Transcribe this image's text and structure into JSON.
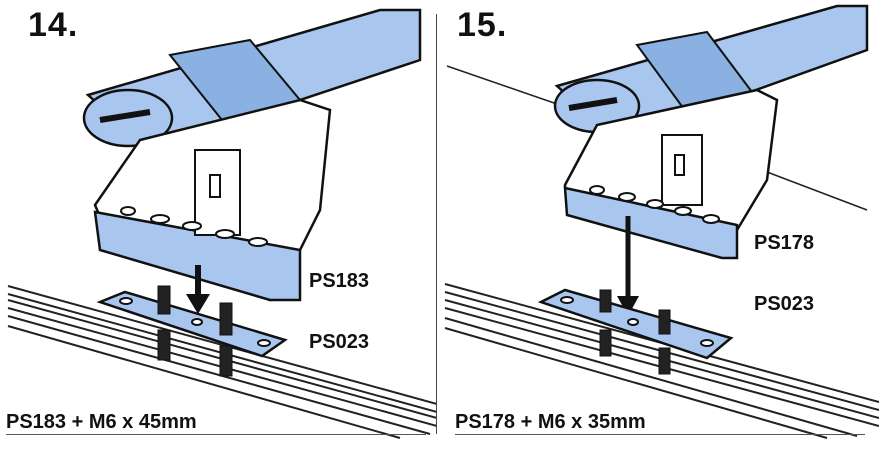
{
  "colors": {
    "bar_fill": "#a9c6ef",
    "bar_shade": "#8bb0e2",
    "foot_fill": "#a9c6ef",
    "outline": "#111111",
    "rail": "#222222"
  },
  "steps": [
    {
      "number": "14.",
      "part_top": "PS183",
      "part_bottom": "PS023",
      "caption": "PS183 + M6 x 45mm"
    },
    {
      "number": "15.",
      "part_top": "PS178",
      "part_bottom": "PS023",
      "caption": "PS178 + M6 x 35mm"
    }
  ]
}
